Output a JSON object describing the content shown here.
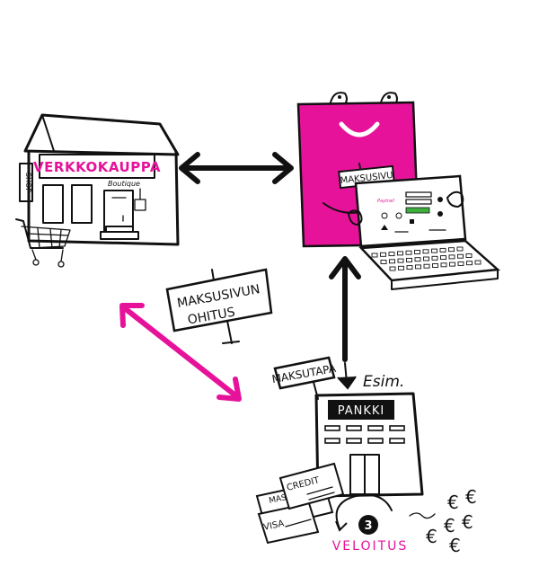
{
  "colors": {
    "magenta": "#e6139a",
    "ink": "#111111"
  },
  "shop": {
    "sign": "VERKKOKAUPPA",
    "side_sign": "SHOP",
    "boutique": "Boutique"
  },
  "payment_page": {
    "sign": "MAKSUSIVU",
    "screen_brand": "Paytrail"
  },
  "bypass_sign": {
    "line1": "MAKSUSIVUN",
    "line2": "OHITUS"
  },
  "bank": {
    "method_sign": "MAKSUTAPA",
    "example_note": "Esim.",
    "name": "PANKKI"
  },
  "cards": {
    "master": "MASTER",
    "credit": "CREDIT",
    "visa": "VISA"
  },
  "charge": {
    "step": "3",
    "label": "VELOITUS"
  },
  "money_symbols": [
    "€",
    "€",
    "€",
    "€",
    "€",
    "€"
  ],
  "icons": [
    "shopping-bag-icon",
    "laptop-icon",
    "shop-building-icon",
    "shopping-cart-icon",
    "bank-building-icon",
    "credit-card-icon",
    "euro-icon"
  ]
}
